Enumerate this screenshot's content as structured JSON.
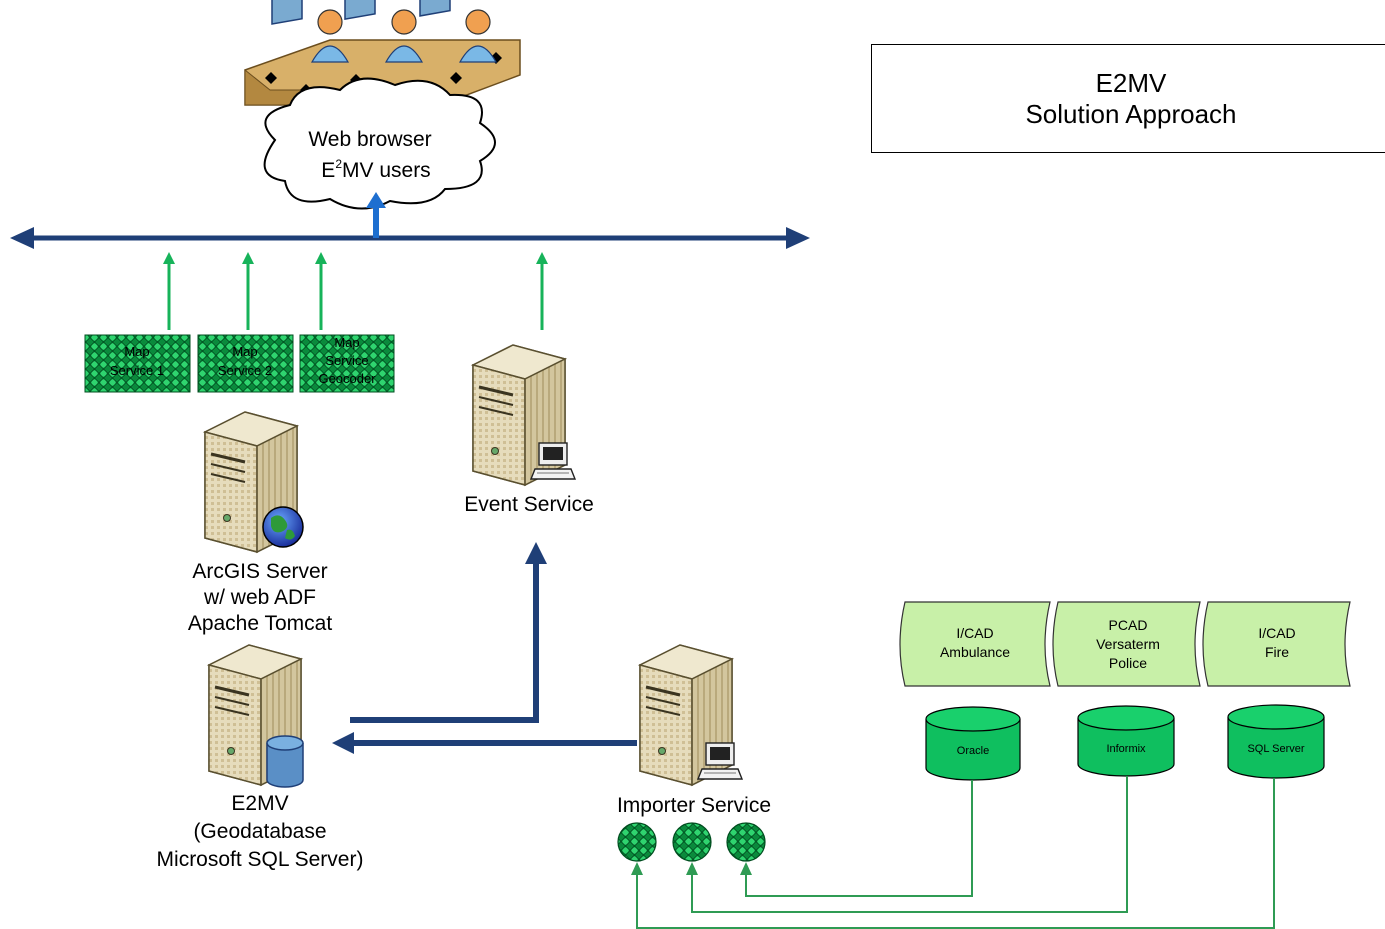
{
  "title": {
    "line1": "E2MV",
    "line2": "Solution Approach"
  },
  "users_cloud": {
    "line1": "Web browser",
    "line2_prefix": "E",
    "line2_sup": "2",
    "line2_suffix": "MV users"
  },
  "map_services": [
    {
      "line1": "Map",
      "line2": "Service 1"
    },
    {
      "line1": "Map",
      "line2": "Service 2"
    },
    {
      "line1": "Map",
      "line2": "Service",
      "line3": "Geocoder"
    }
  ],
  "arcgis_server": {
    "line1": "ArcGIS Server",
    "line2": "w/ web ADF",
    "line3": "Apache Tomcat"
  },
  "event_service": {
    "label": "Event Service"
  },
  "e2mv_db": {
    "line1": "E2MV",
    "line2": "(Geodatabase",
    "line3": "Microsoft SQL Server)"
  },
  "importer_service": {
    "label": "Importer Service"
  },
  "cad_systems": [
    {
      "line1": "I/CAD",
      "line2": "Ambulance"
    },
    {
      "line1": "PCAD",
      "line2": "Versaterm",
      "line3": "Police"
    },
    {
      "line1": "I/CAD",
      "line2": "Fire"
    }
  ],
  "databases": [
    {
      "label": "Oracle"
    },
    {
      "label": "Informix"
    },
    {
      "label": "SQL Server"
    }
  ],
  "colors": {
    "bus": "#1f3f77",
    "bus_blue": "#1e6fd0",
    "green_arrow": "#17b35a",
    "green_fill": "#00c060",
    "db_fill": "#0fbf5f",
    "cad_fill": "#c8f0a8",
    "server_body": "#e2d6b2",
    "link_line": "#2f9b54"
  }
}
